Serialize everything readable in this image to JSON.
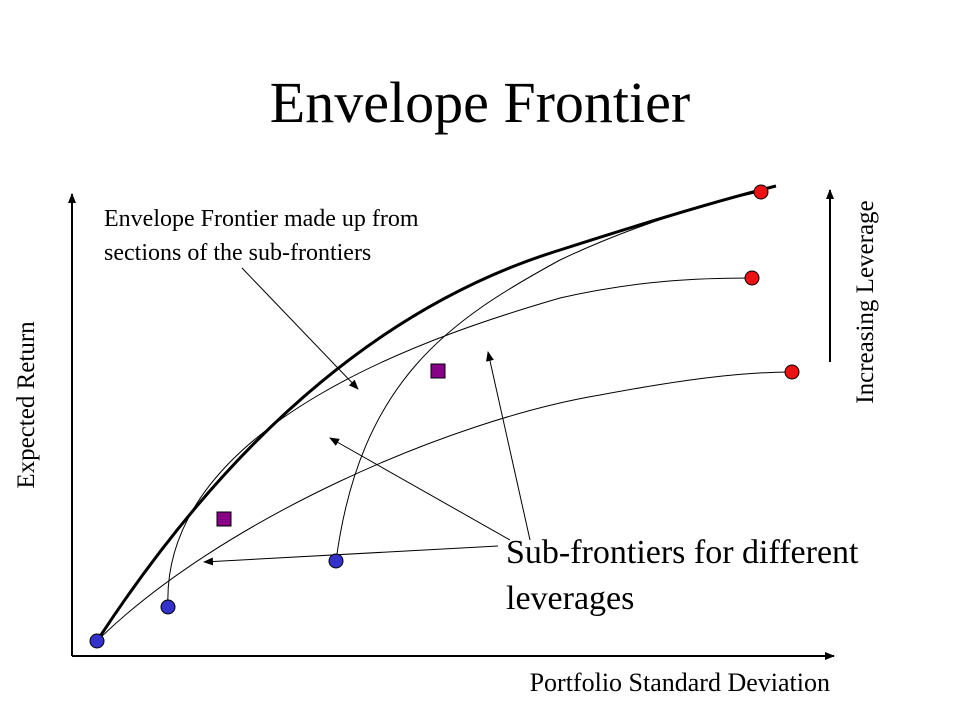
{
  "title": "Envelope Frontier",
  "annotation": {
    "line1": "Envelope Frontier made up from",
    "line2": "sections of the sub-frontiers"
  },
  "subfrontiers_label": {
    "line1": "Sub-frontiers for different",
    "line2": "leverages"
  },
  "axes": {
    "x_label": "Portfolio Standard Deviation",
    "y_label": "Expected Return"
  },
  "leverage_label": "Increasing Leverage",
  "colors": {
    "min_variance_point": "#3333cc",
    "max_return_point": "#ee1111",
    "tangency_point": "#880088",
    "line": "#000000"
  }
}
